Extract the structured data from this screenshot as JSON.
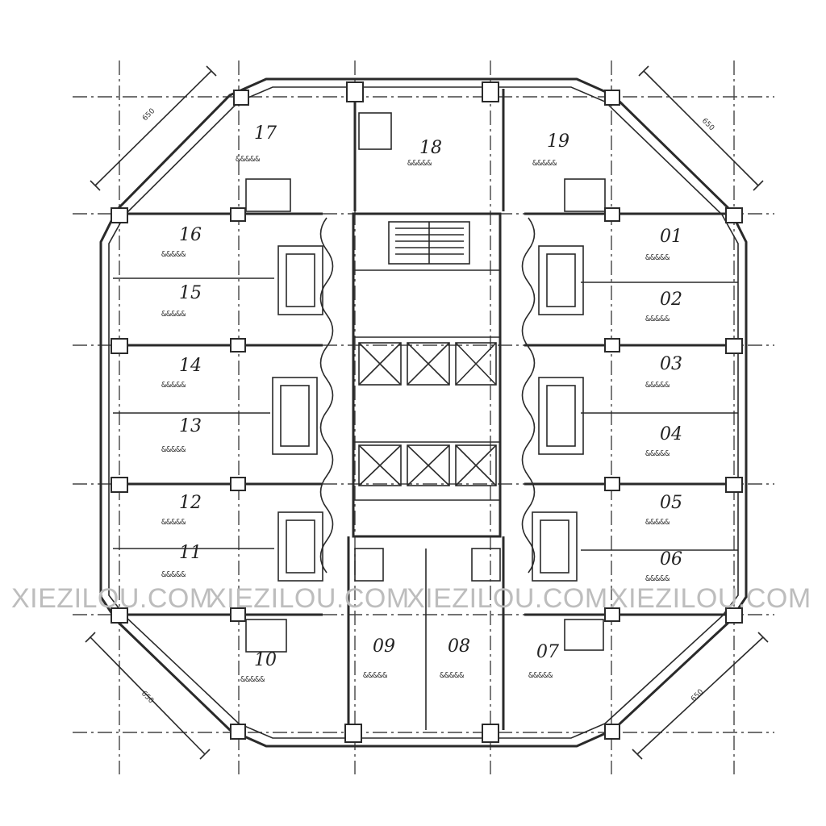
{
  "watermark": {
    "text": "XIEZILOU.COM"
  },
  "units": [
    {
      "label": "17"
    },
    {
      "label": "18"
    },
    {
      "label": "19"
    },
    {
      "label": "16"
    },
    {
      "label": "15"
    },
    {
      "label": "14"
    },
    {
      "label": "13"
    },
    {
      "label": "12"
    },
    {
      "label": "11"
    },
    {
      "label": "01"
    },
    {
      "label": "02"
    },
    {
      "label": "03"
    },
    {
      "label": "04"
    },
    {
      "label": "05"
    },
    {
      "label": "06"
    },
    {
      "label": "10"
    },
    {
      "label": "09"
    },
    {
      "label": "08"
    },
    {
      "label": "07"
    }
  ],
  "unit_area_text": "&&&&&",
  "corner_dimension": "650"
}
